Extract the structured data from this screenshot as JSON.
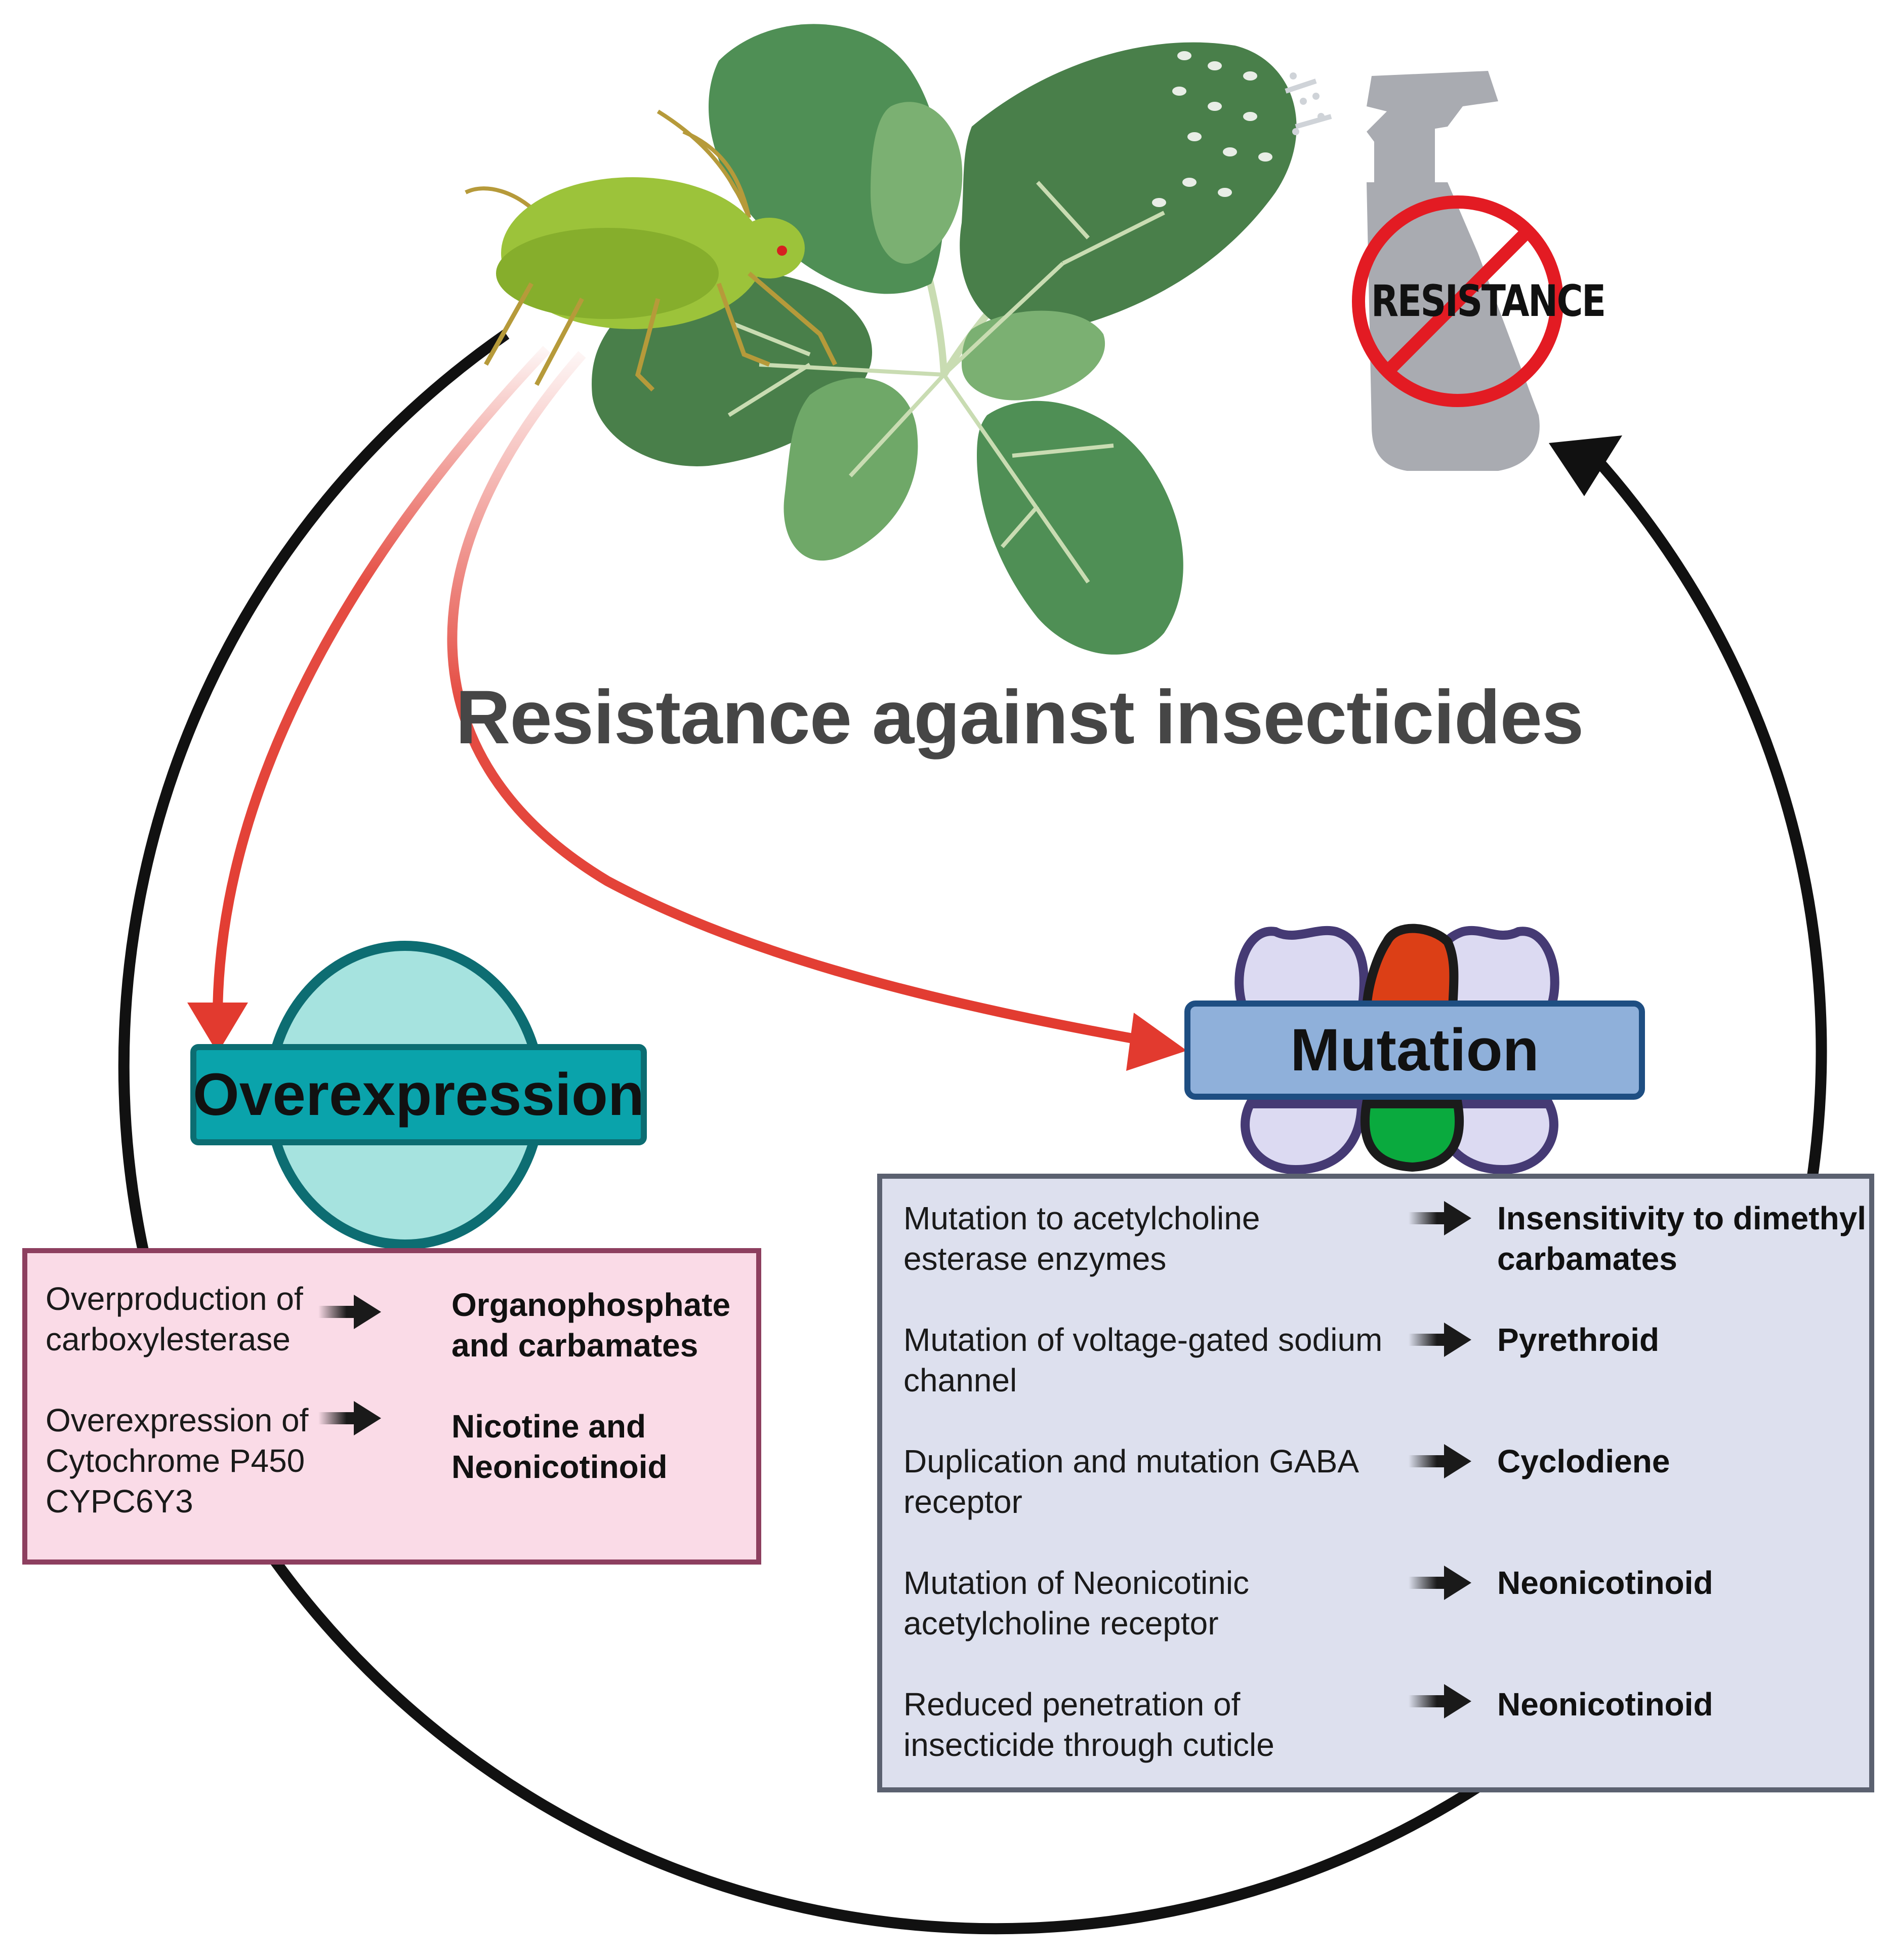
{
  "title": "Resistance against insecticides",
  "bottle": {
    "label": "RESISTANCE"
  },
  "overexpression": {
    "label": "Overexpression",
    "rows": [
      {
        "cause": "Overproduction of\ncarboxylesterase",
        "effect": "Organophosphate\nand carbamates"
      },
      {
        "cause": "Overexpression of\nCytochrome P450\nCYPC6Y3",
        "effect": "Nicotine and\nNeonicotinoid"
      }
    ]
  },
  "mutation": {
    "label": "Mutation",
    "rows": [
      {
        "cause": "Mutation to acetylcholine\nesterase enzymes",
        "effect": "Insensitivity to dimethyl\ncarbamates"
      },
      {
        "cause": "Mutation of voltage-gated sodium\nchannel",
        "effect": "Pyrethroid"
      },
      {
        "cause": "Duplication and mutation GABA\nreceptor",
        "effect": "Cyclodiene"
      },
      {
        "cause": "Mutation of Neonicotinic\nacetylcholine receptor",
        "effect": "Neonicotinoid"
      },
      {
        "cause": "Reduced penetration of\ninsecticide through cuticle",
        "effect": "Neonicotinoid"
      }
    ]
  },
  "colors": {
    "cycle": "#111111",
    "red_arrow": "#e23a2f",
    "leaf": "#4f8f55",
    "aphid": "#9cc33a",
    "overexpression_fill": "#0aa3ab",
    "mutation_fill": "#8fb0da",
    "prohibited": "#e31b23"
  }
}
